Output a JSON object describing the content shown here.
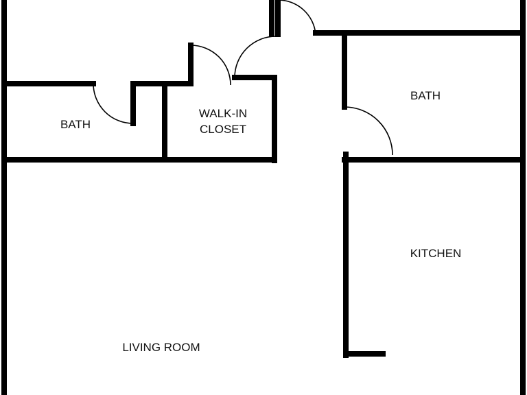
{
  "rooms": {
    "bath_left": {
      "label": "BATH"
    },
    "walk_in_closet": {
      "line1": "WALK-IN",
      "line2": "CLOSET"
    },
    "bath_right": {
      "label": "BATH"
    },
    "kitchen": {
      "label": "KITCHEN"
    },
    "living_room": {
      "label": "LIVING ROOM"
    }
  },
  "colors": {
    "wall": "#000000",
    "background": "#ffffff"
  }
}
